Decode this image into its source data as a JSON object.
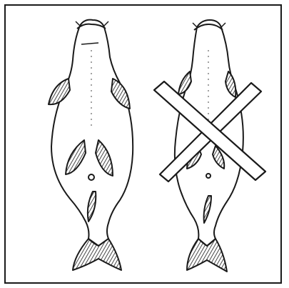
{
  "figure": {
    "background": "#ffffff",
    "ink": "#1a1a1a",
    "panels": [
      {
        "id": "left",
        "subject": "fish-ventral-view",
        "crossed_out": false
      },
      {
        "id": "right",
        "subject": "fish-ventral-view",
        "crossed_out": true
      }
    ]
  }
}
